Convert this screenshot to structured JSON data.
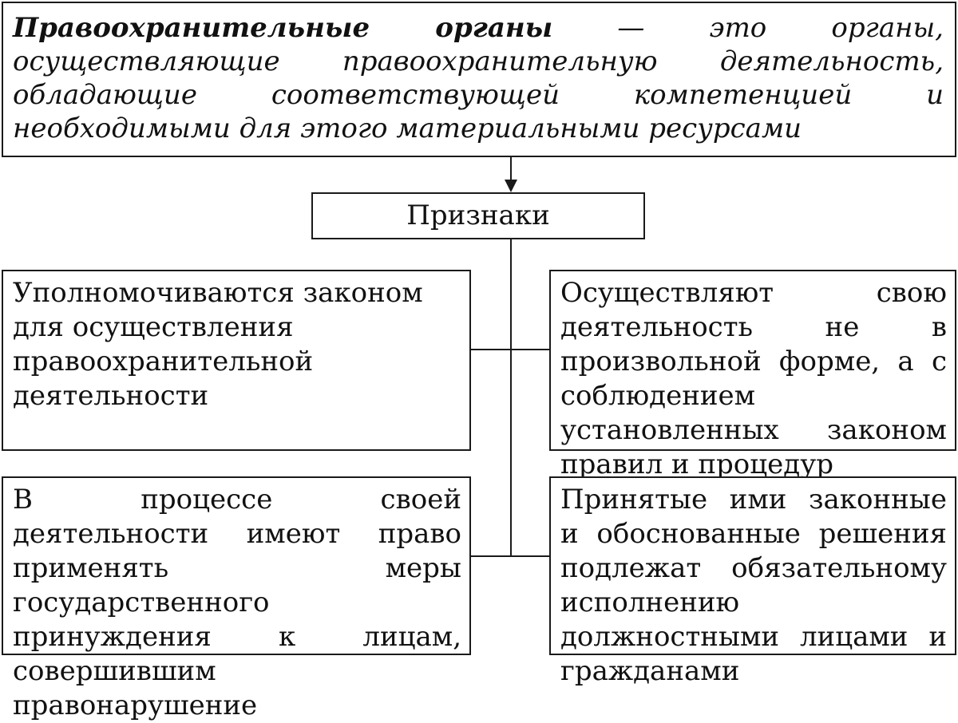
{
  "definition": {
    "term": "Правоохранительные органы",
    "text": " — это органы, осуществляющие правоохранительную деятельность, обладающие соответствующей компетенцией и необходимыми для этого материальными ресурсами"
  },
  "features": {
    "label": "Признаки"
  },
  "items": [
    "Уполномочиваются законом для осуществления правоохранительной деятельности",
    "Осуществляют свою деятельность не в произвольной форме, а с соблюдением установленных законом правил и процедур",
    "В процессе своей деятельности имеют право применять меры государственного принуждения к лицам, совершившим правонарушение",
    "Принятые ими законные и обоснованные решения подлежат обязательному исполнению должностными лицами и гражданами"
  ]
}
